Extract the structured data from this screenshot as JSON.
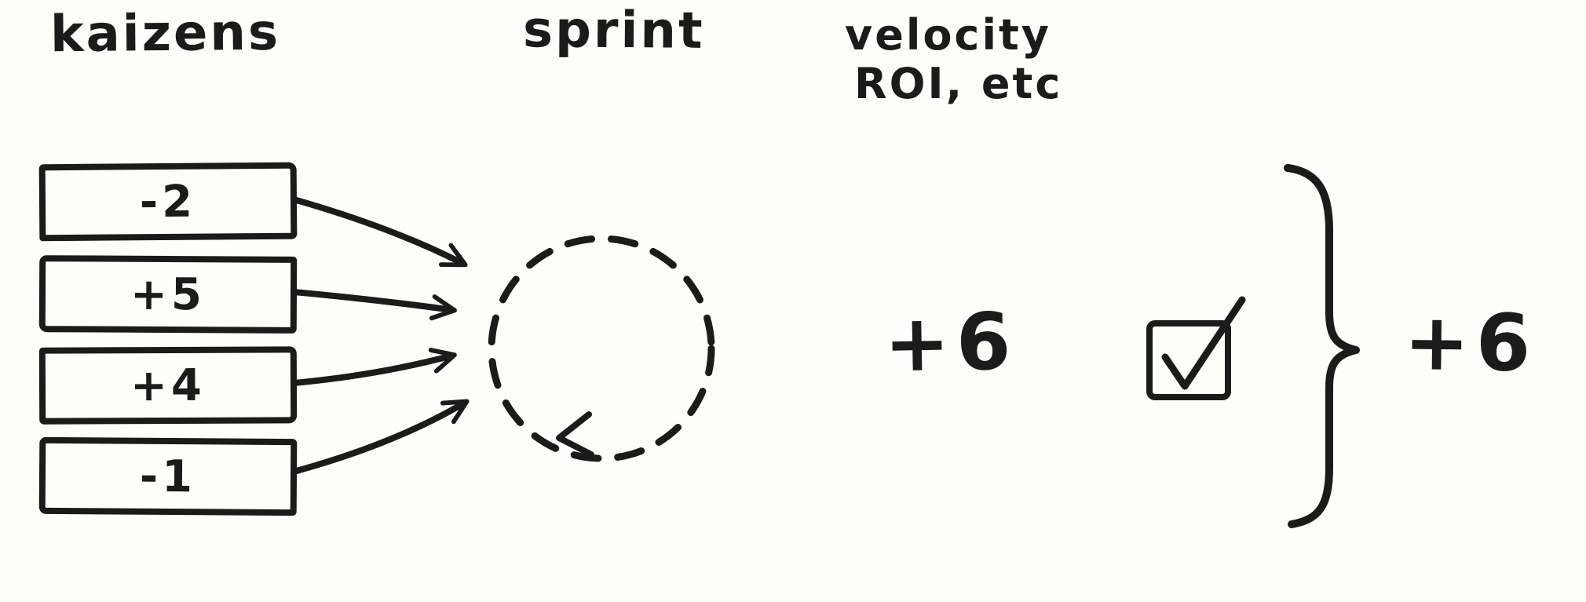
{
  "colors": {
    "ink": "#1b1b1b",
    "paper": "#fdfdfa"
  },
  "labels": {
    "kaizens": "kaizens",
    "sprint": "sprint",
    "velocity_line1": "velocity",
    "velocity_line2": "ROI, etc"
  },
  "kaizens": {
    "items": [
      "-2",
      "+5",
      "+4",
      "-1"
    ]
  },
  "velocity": {
    "value": "+6"
  },
  "total": {
    "value": "+6"
  },
  "checkbox": {
    "checked": true
  }
}
